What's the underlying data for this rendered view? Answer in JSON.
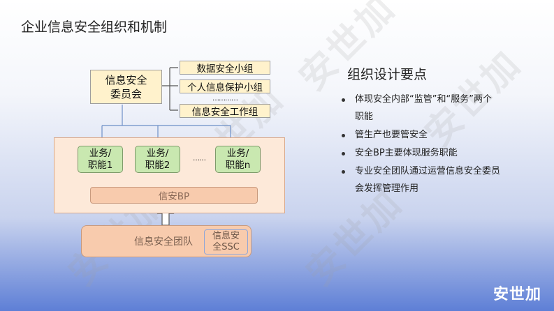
{
  "page": {
    "title": "企业信息安全组织和机制",
    "watermark": "安世加",
    "logo": "安世加"
  },
  "diagram": {
    "committee": [
      "信息安全",
      "委员会"
    ],
    "subgroups": [
      "数据安全小组",
      "个人信息保护小组",
      "…………",
      "信息安全工作组"
    ],
    "business_units": [
      {
        "line1": "业务/",
        "line2": "职能1"
      },
      {
        "line1": "业务/",
        "line2": "职能2"
      },
      {
        "line1": "业务/",
        "line2": "职能n"
      }
    ],
    "ellipsis": "……",
    "bp": "信安BP",
    "team": "信息安全团队",
    "ssc": [
      "信息安",
      "全SSC"
    ]
  },
  "key_points": {
    "title": "组织设计要点",
    "items": [
      "体现安全内部“监管”和“服务”两个职能",
      "管生产也要管安全",
      "安全BP主要体现服务职能",
      "专业安全团队通过运营信息安全委员会发挥管理作用"
    ]
  },
  "colors": {
    "yellow_fill": "#fff2cc",
    "green_fill": "#c9e8b0",
    "peach_fill": "#f8cbad",
    "panel_fill": "#fde9d9",
    "arrow": "#6d8fc7"
  }
}
